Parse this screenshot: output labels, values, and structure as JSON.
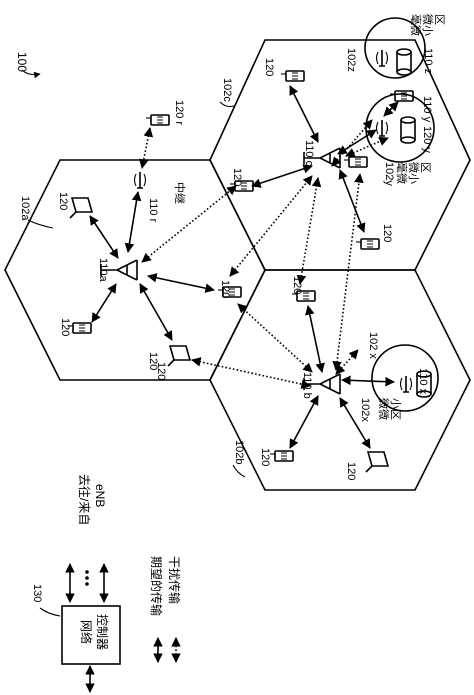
{
  "figure": {
    "number": "100",
    "controller": {
      "ref": "130",
      "label_line1": "网络",
      "label_line2": "控制器"
    },
    "to_from_enb": {
      "line1": "去往/来自",
      "line2": "eNB"
    },
    "legend": {
      "desired": "期望的传输",
      "interference": "干扰传输"
    },
    "cells": {
      "a": "102a",
      "b": "102b",
      "c": "102c"
    },
    "small_cells": {
      "x": {
        "id": "102x",
        "ref": "102 x",
        "node": "110 x",
        "name_line1": "微微",
        "name_line2": "小区"
      },
      "y": {
        "id": "102y",
        "node": "110 y",
        "ue": "120 y",
        "name_line1": "毫微",
        "name_line2": "微小",
        "name_line3": "区"
      },
      "z": {
        "id": "102z",
        "node": "110 z",
        "name_line1": "毫微",
        "name_line2": "微小",
        "name_line3": "区"
      }
    },
    "base_stations": {
      "a": "110a",
      "b": "110 b",
      "c": "110 c"
    },
    "relay": {
      "ref": "110 r",
      "label": "中继",
      "ue": "120 r"
    },
    "ue_ref": "120"
  }
}
